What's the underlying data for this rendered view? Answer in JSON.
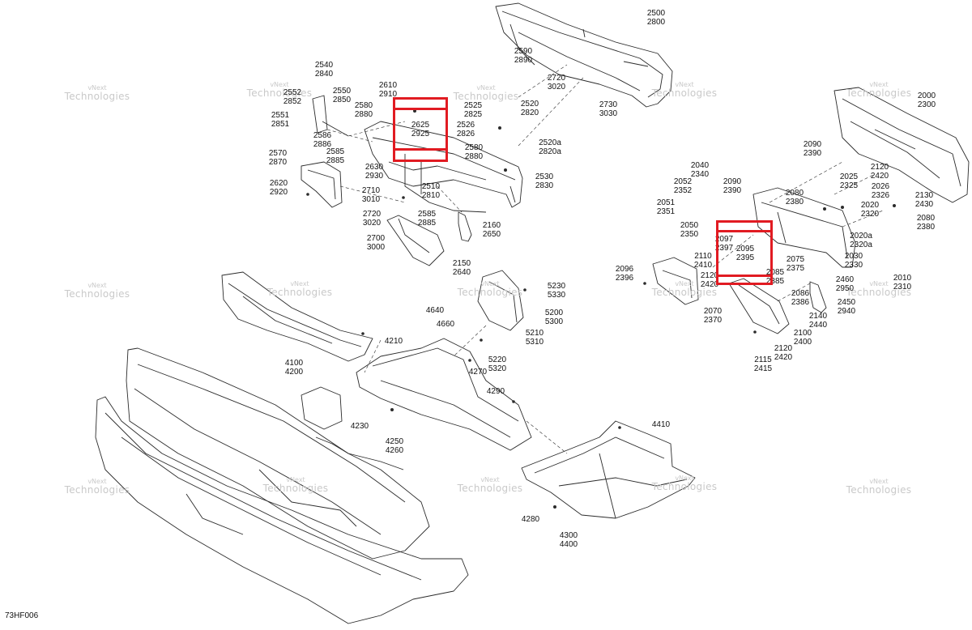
{
  "diagram": {
    "code": "73HF006",
    "colors": {
      "highlight": "#e11b22",
      "line": "#2b2b2b",
      "watermark": "#c9c9c9"
    },
    "watermark": {
      "line1": "vNext",
      "line2": "Technologies"
    },
    "labels": [
      {
        "text": "2500\n2800"
      },
      {
        "text": "2590\n2890"
      },
      {
        "text": "2720\n3020"
      },
      {
        "text": "2730\n3030"
      },
      {
        "text": "2540\n2840"
      },
      {
        "text": "2552\n2852"
      },
      {
        "text": "2550\n2850"
      },
      {
        "text": "2610\n2910"
      },
      {
        "text": "2551\n2851"
      },
      {
        "text": "2580\n2880"
      },
      {
        "text": "2625\n2925"
      },
      {
        "text": "2525\n2825"
      },
      {
        "text": "2520\n2820"
      },
      {
        "text": "2526\n2826"
      },
      {
        "text": "2586\n2886"
      },
      {
        "text": "2585\n2885"
      },
      {
        "text": "2570\n2870"
      },
      {
        "text": "2630\n2930"
      },
      {
        "text": "2520a\n2820a"
      },
      {
        "text": "2580\n2880"
      },
      {
        "text": "2530\n2830"
      },
      {
        "text": "2620\n2920"
      },
      {
        "text": "2710\n3010"
      },
      {
        "text": "2510\n2810"
      },
      {
        "text": "2720\n3020"
      },
      {
        "text": "2585\n2885"
      },
      {
        "text": "2160\n2650"
      },
      {
        "text": "2700\n3000"
      },
      {
        "text": "2150\n2640"
      },
      {
        "text": "2000\n2300"
      },
      {
        "text": "2090\n2390"
      },
      {
        "text": "2120\n2420"
      },
      {
        "text": "2040\n2340"
      },
      {
        "text": "2052\n2352"
      },
      {
        "text": "2090\n2390"
      },
      {
        "text": "2080\n2380"
      },
      {
        "text": "2025\n2325"
      },
      {
        "text": "2026\n2326"
      },
      {
        "text": "2130\n2430"
      },
      {
        "text": "2051\n2351"
      },
      {
        "text": "2020\n2320"
      },
      {
        "text": "2080\n2380"
      },
      {
        "text": "2050\n2350"
      },
      {
        "text": "2097\n2397"
      },
      {
        "text": "2095\n2395"
      },
      {
        "text": "2020a\n2320a"
      },
      {
        "text": "2110\n2410"
      },
      {
        "text": "2075\n2375"
      },
      {
        "text": "2030\n2330"
      },
      {
        "text": "2120\n2420"
      },
      {
        "text": "2085\n2385"
      },
      {
        "text": "2096\n2396"
      },
      {
        "text": "2010\n2310"
      },
      {
        "text": "2460\n2950"
      },
      {
        "text": "2086\n2386"
      },
      {
        "text": "2450\n2940"
      },
      {
        "text": "2070\n2370"
      },
      {
        "text": "2140\n2440"
      },
      {
        "text": "2100\n2400"
      },
      {
        "text": "2120\n2420"
      },
      {
        "text": "2115\n2415"
      },
      {
        "text": "5230\n5330"
      },
      {
        "text": "4640"
      },
      {
        "text": "4660"
      },
      {
        "text": "5200\n5300"
      },
      {
        "text": "4210"
      },
      {
        "text": "5210\n5310"
      },
      {
        "text": "4100\n4200"
      },
      {
        "text": "5220\n5320"
      },
      {
        "text": "4270"
      },
      {
        "text": "4290"
      },
      {
        "text": "4230"
      },
      {
        "text": "4250\n4260"
      },
      {
        "text": "4410"
      },
      {
        "text": "4280"
      },
      {
        "text": "4300\n4400"
      }
    ]
  }
}
